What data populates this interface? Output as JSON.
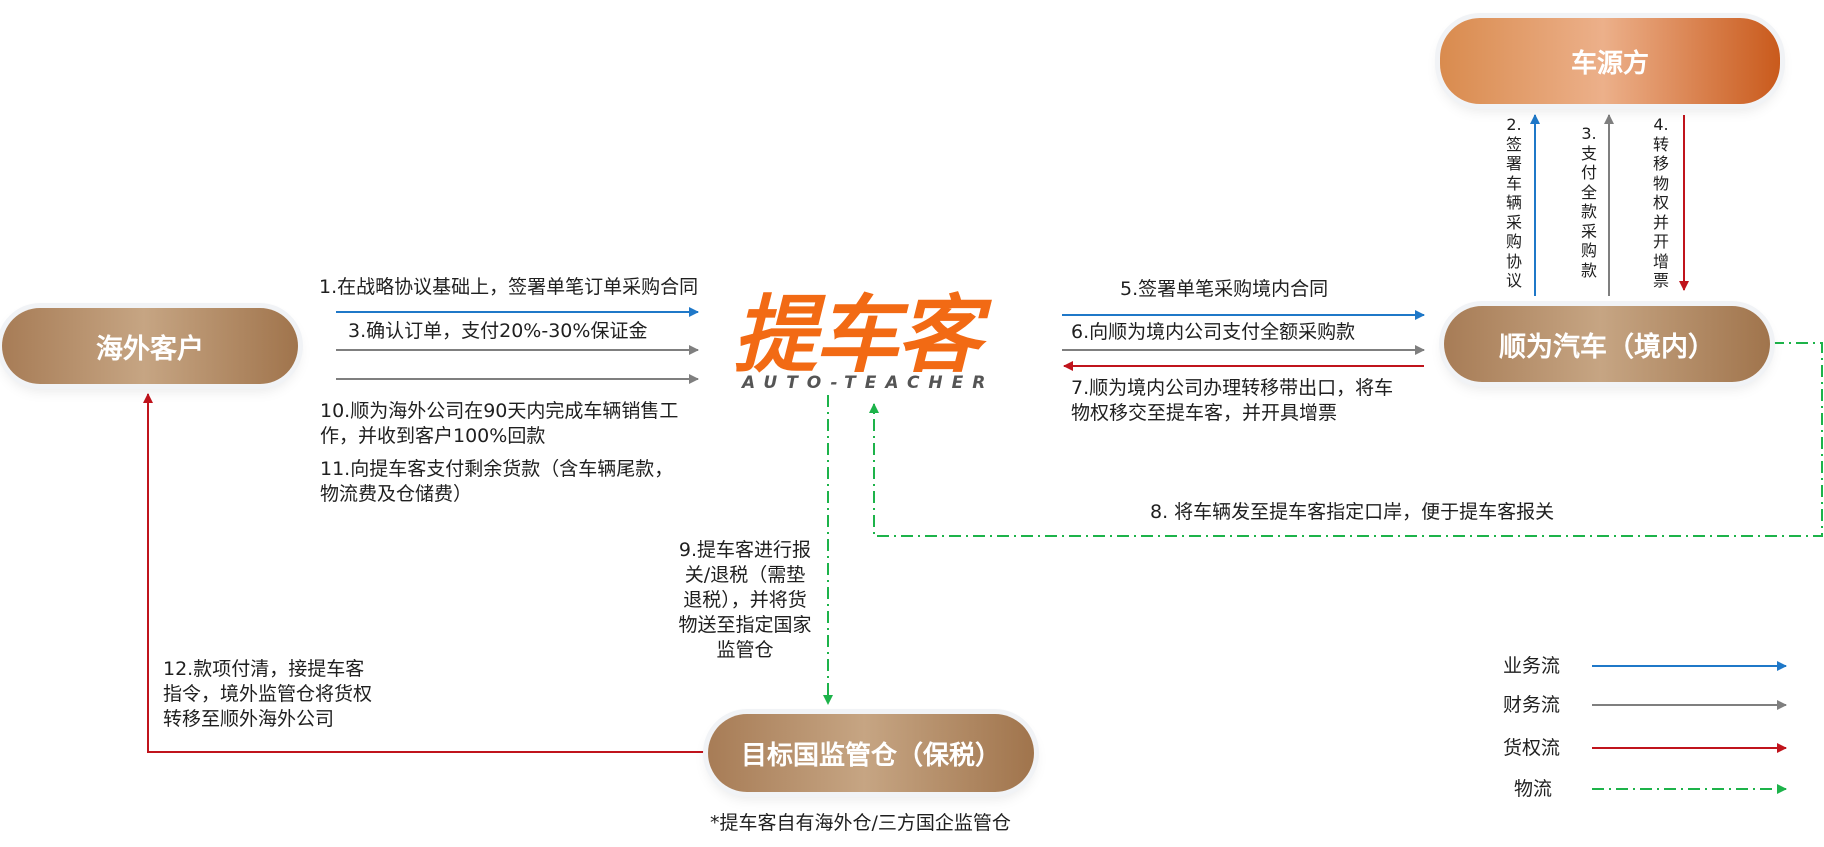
{
  "nodes": {
    "overseas_customer": "海外客户",
    "vehicle_source": "车源方",
    "shunwei_domestic": "顺为汽车（境内）",
    "target_warehouse": "目标国监管仓（保税）"
  },
  "logo": {
    "cn": "提车客",
    "en": "AUTO-TEACHER"
  },
  "steps": {
    "s1": "1.在战略协议基础上，签署单笔订单采购合同",
    "s2": "2.签署车辆采购协议",
    "s3": "3.支付全款采购款",
    "s3b": "3.确认订单，支付20%-30%保证金",
    "s4": "4.转移物权并开增票",
    "s5": "5.签署单笔采购境内合同",
    "s6": "6.向顺为境内公司支付全额采购款",
    "s7_line1": "7.顺为境内公司办理转移带出口，将车",
    "s7_line2": "物权移交至提车客，并开具增票",
    "s8": "8. 将车辆发至提车客指定口岸，便于提车客报关",
    "s9_line1": "9.提车客进行报",
    "s9_line2": "关/退税（需垫",
    "s9_line3": "退税），并将货",
    "s9_line4": "物送至指定国家",
    "s9_line5": "监管仓",
    "s10_line1": "10.顺为海外公司在90天内完成车辆销售工",
    "s10_line2": "作，并收到客户100%回款",
    "s11_line1": "11.向提车客支付剩余货款（含车辆尾款，",
    "s11_line2": "物流费及仓储费）",
    "s12_line1": "12.款项付清，接提车客",
    "s12_line2": "指令，境外监管仓将货权",
    "s12_line3": "转移至顺外海外公司"
  },
  "footnote": "*提车客自有海外仓/三方国企监管仓",
  "legend": [
    {
      "label": "业务流",
      "color": "#1f78c8",
      "style": "solid"
    },
    {
      "label": "财务流",
      "color": "#7f7f7f",
      "style": "solid"
    },
    {
      "label": "货权流",
      "color": "#c0141c",
      "style": "solid"
    },
    {
      "label": "物流",
      "color": "#1db34a",
      "style": "dashdot"
    }
  ],
  "colors": {
    "business": "#1f78c8",
    "finance": "#7f7f7f",
    "ownership": "#c0141c",
    "logistics": "#1db34a",
    "logo_orange": "#f26a14"
  }
}
